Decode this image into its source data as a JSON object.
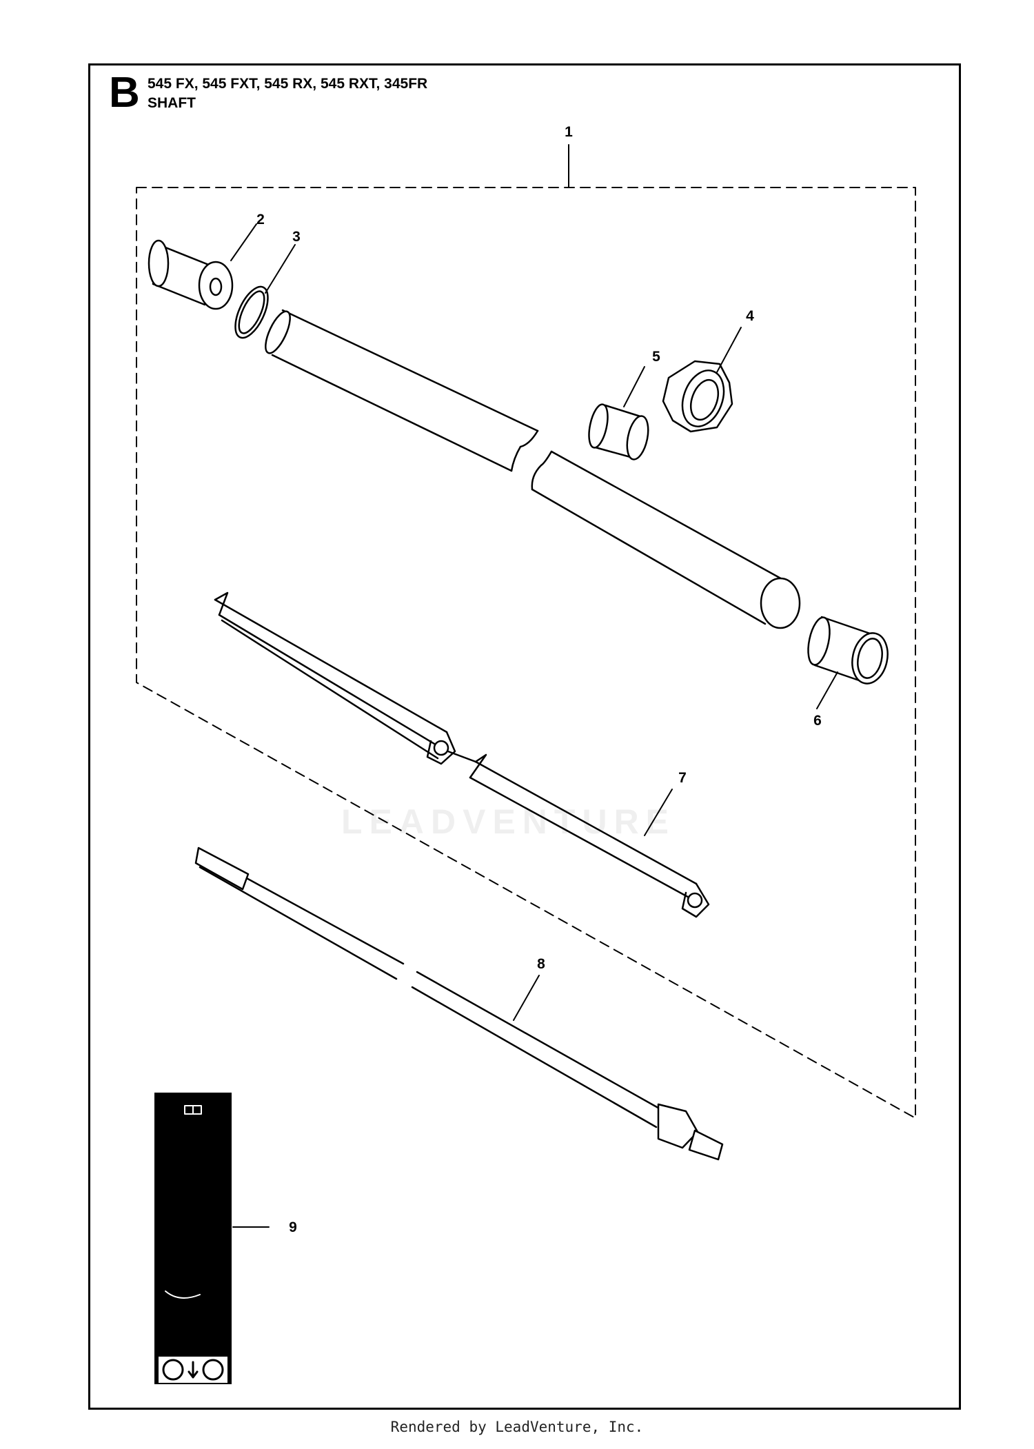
{
  "header": {
    "section_letter": "B",
    "models": "545 FX, 545 FXT, 545 RX, 545 RXT, 345FR",
    "subtitle": "SHAFT"
  },
  "callouts": [
    "1",
    "2",
    "3",
    "4",
    "5",
    "6",
    "7",
    "8",
    "9"
  ],
  "watermark": "LEADVENTURE",
  "footer": "Rendered by LeadVenture, Inc."
}
